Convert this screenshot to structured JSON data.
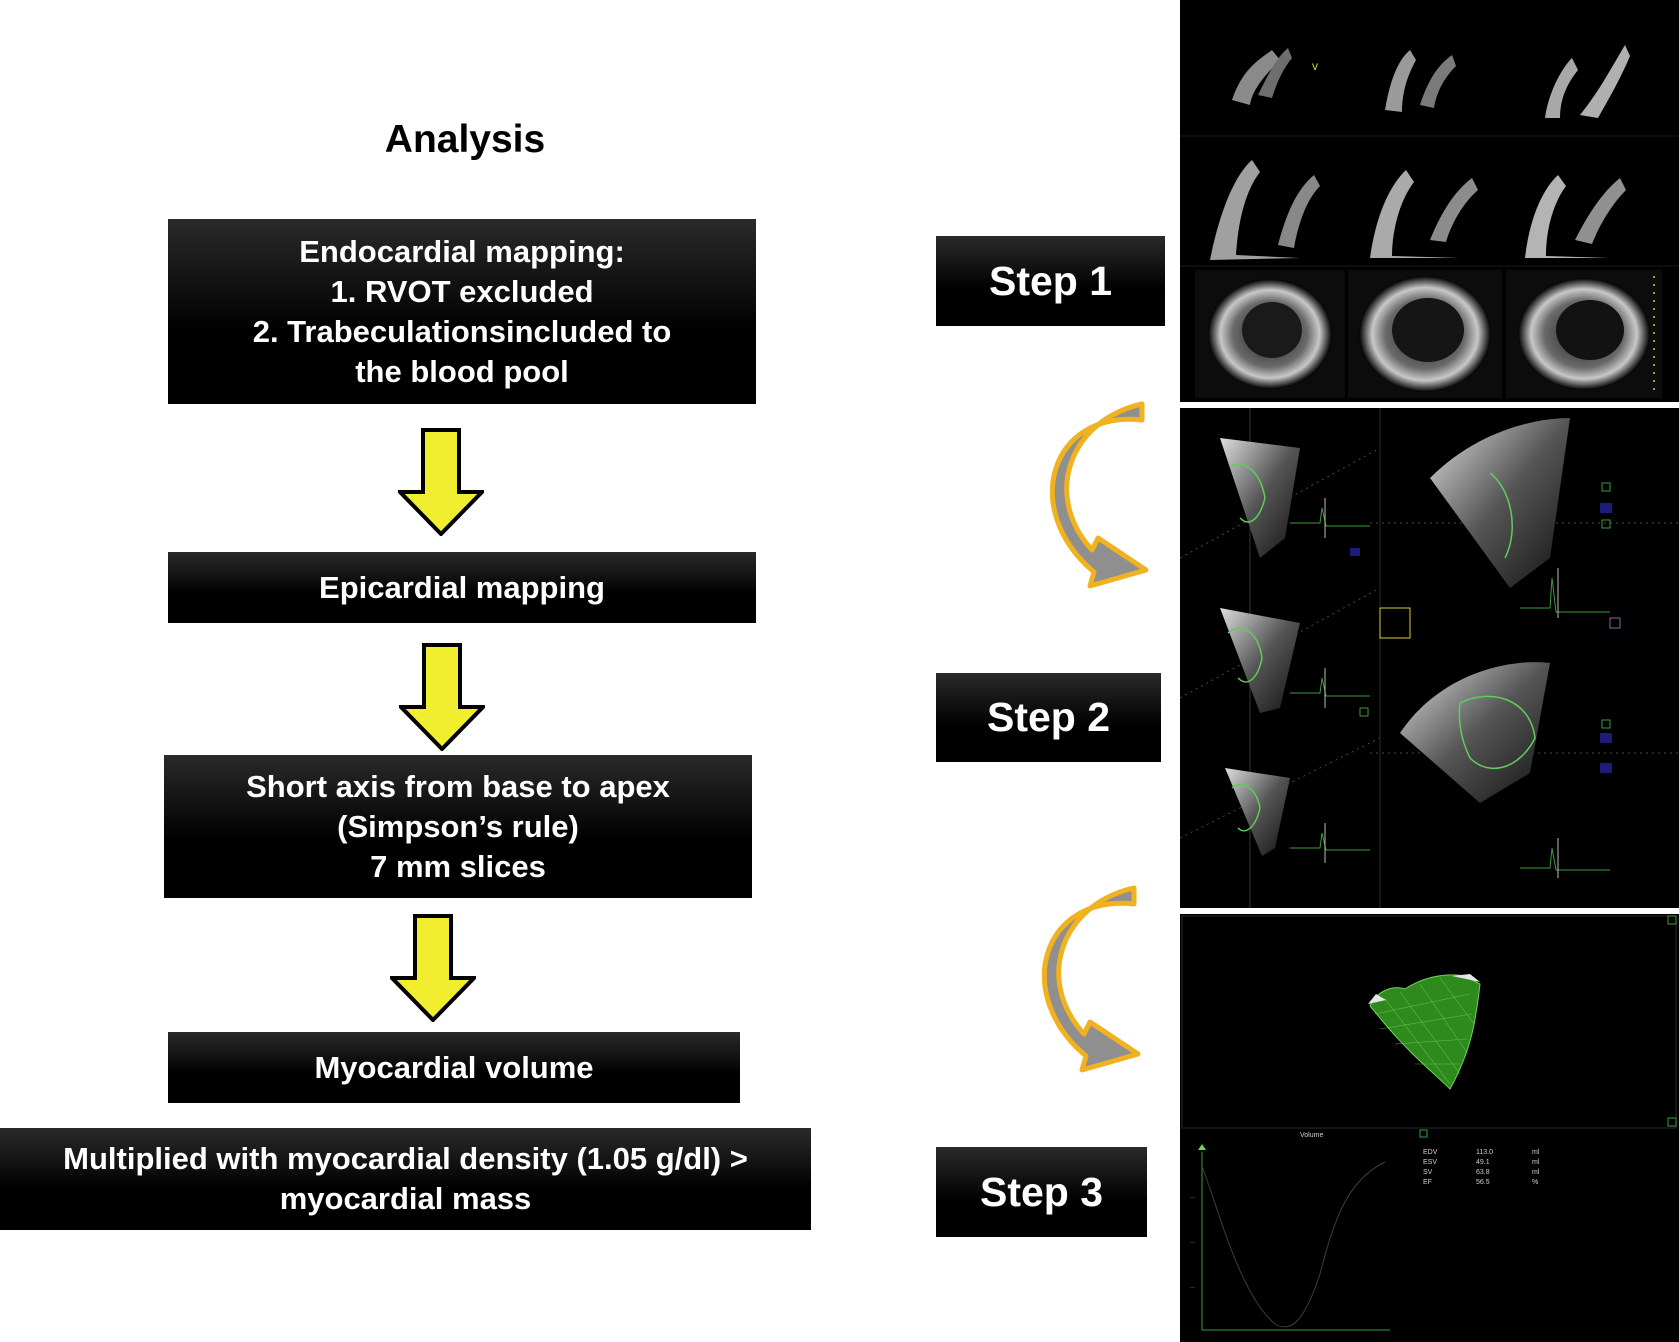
{
  "title": "Analysis",
  "flow": {
    "box1": {
      "lines": [
        "Endocardial mapping:",
        "1. RVOT excluded",
        "2. Trabeculationsincluded to",
        "the blood pool"
      ]
    },
    "box2": {
      "lines": [
        "Epicardial mapping"
      ]
    },
    "box3": {
      "lines": [
        "Short axis from base to apex",
        "(Simpson’s rule)",
        "7 mm slices"
      ]
    },
    "box4": {
      "lines": [
        "Myocardial volume"
      ]
    },
    "box5": {
      "lines": [
        "Multiplied with myocardial density (1.05 g/dl) >",
        "myocardial mass"
      ]
    }
  },
  "steps": [
    "Step 1",
    "Step 2",
    "Step 3"
  ],
  "volume_panel": {
    "title": "Volume",
    "rows": [
      {
        "label": "EDV",
        "value": "113.0",
        "unit": "ml"
      },
      {
        "label": "ESV",
        "value": "49.1",
        "unit": "ml"
      },
      {
        "label": "SV",
        "value": "63.8",
        "unit": "ml"
      },
      {
        "label": "EF",
        "value": "56.5",
        "unit": "%"
      }
    ]
  },
  "colors": {
    "arrow_yellow": "#f0ee2e",
    "curve_orange": "#f0b21e",
    "curve_grey": "#8f8f8f",
    "mesh_green": "#2f8a1e"
  }
}
